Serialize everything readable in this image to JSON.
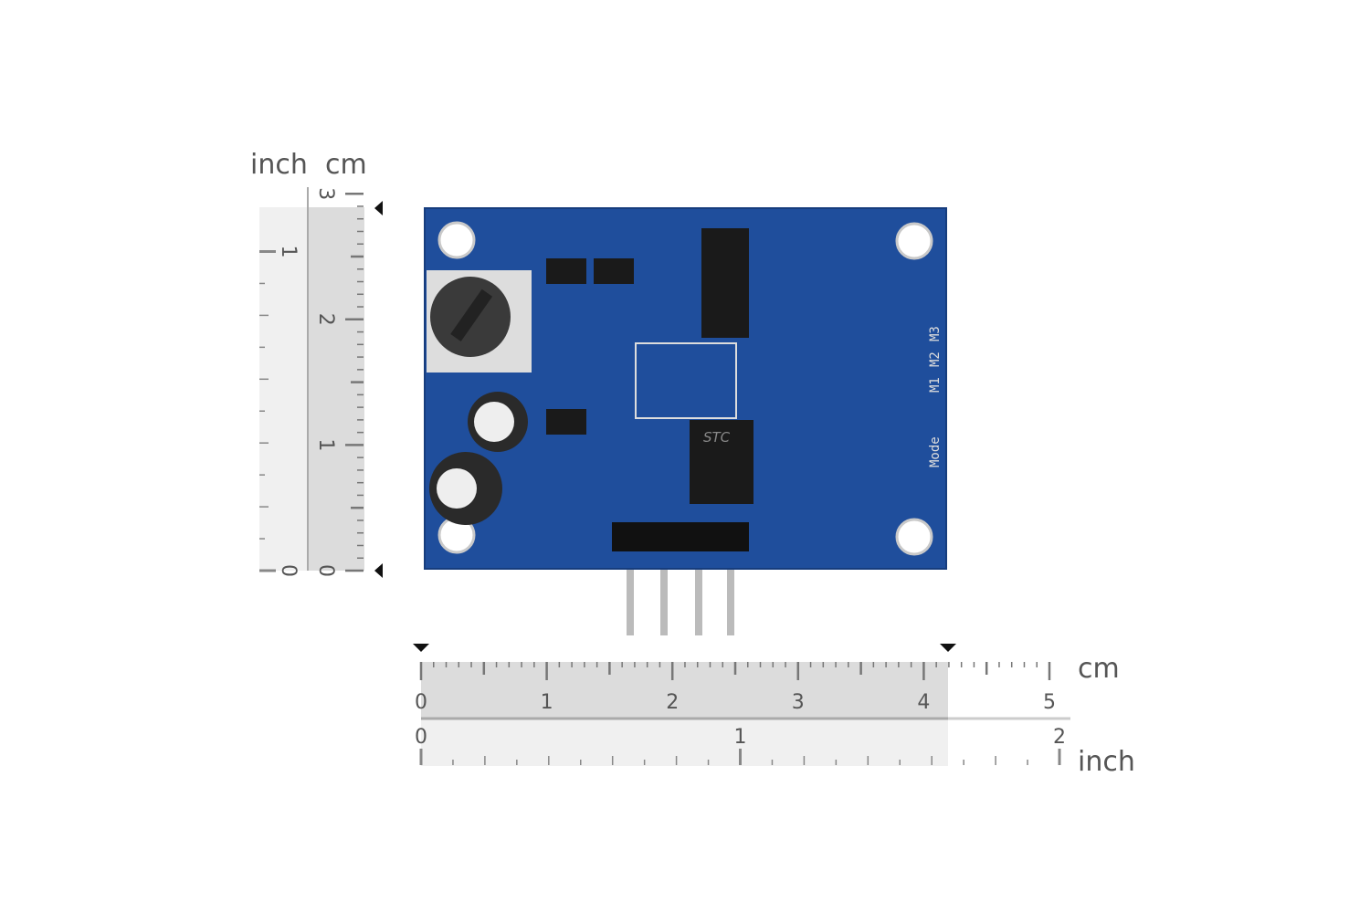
{
  "vertical_ruler": {
    "unit_labels": [
      "inch",
      "cm"
    ],
    "cm_ticks": [
      "0",
      "1",
      "2",
      "3"
    ],
    "inch_ticks": [
      "0",
      "1"
    ],
    "measured_cm": 2.9
  },
  "horizontal_ruler": {
    "unit_labels": [
      "cm",
      "inch"
    ],
    "cm_ticks": [
      "0",
      "1",
      "2",
      "3",
      "4",
      "5"
    ],
    "inch_ticks": [
      "0",
      "1",
      "2"
    ],
    "measured_cm": 4.2
  },
  "board": {
    "silkscreen": [
      "M1",
      "M2",
      "M3",
      "Mode",
      "STC"
    ],
    "color": "#1f4e9c"
  }
}
